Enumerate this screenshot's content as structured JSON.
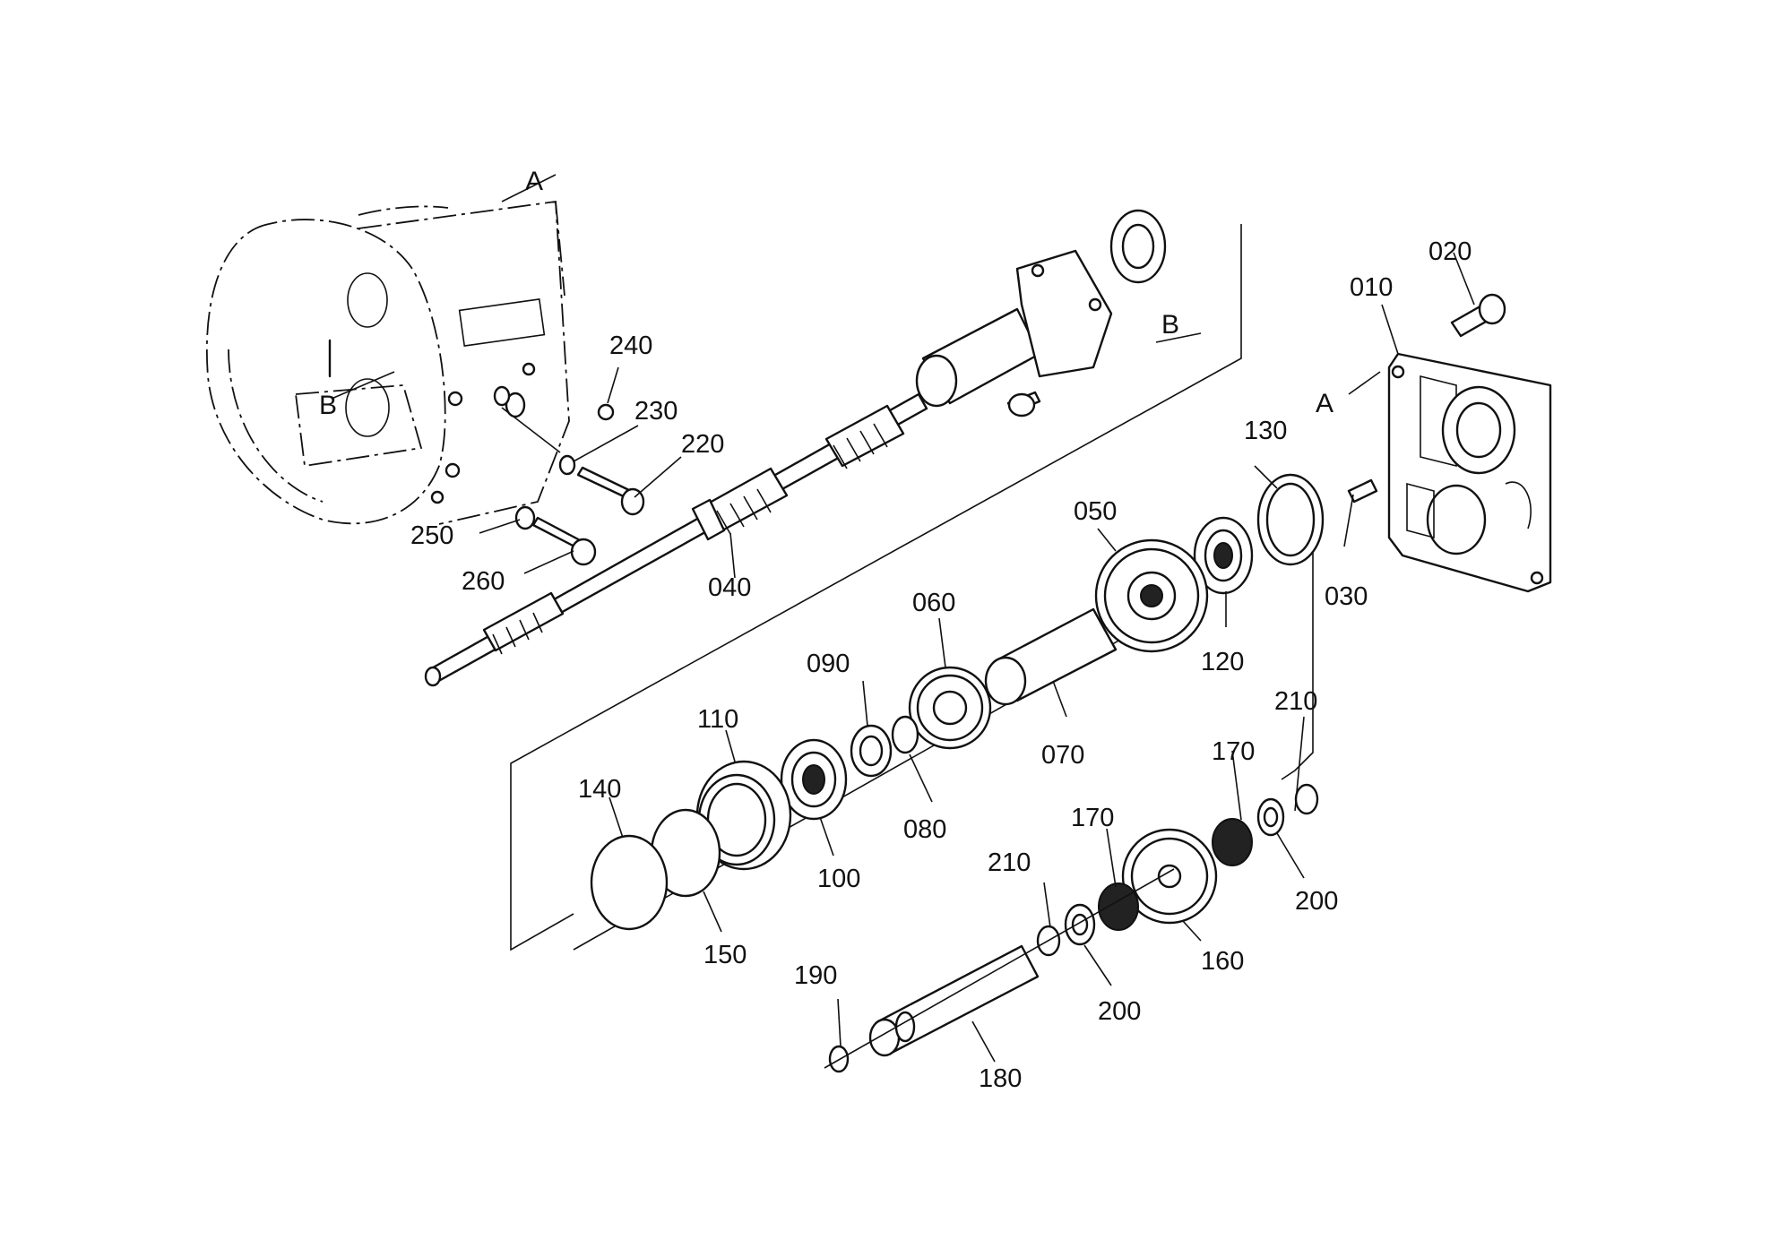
{
  "part_labels": {
    "p010": "010",
    "p020": "020",
    "p030": "030",
    "p040": "040",
    "p050": "050",
    "p060": "060",
    "p070": "070",
    "p080": "080",
    "p090": "090",
    "p100": "100",
    "p110": "110",
    "p120": "120",
    "p130": "130",
    "p140": "140",
    "p150": "150",
    "p160": "160",
    "p170a": "170",
    "p170b": "170",
    "p180": "180",
    "p190": "190",
    "p200a": "200",
    "p200b": "200",
    "p210a": "210",
    "p210b": "210",
    "p220": "220",
    "p230": "230",
    "p240": "240",
    "p250": "250",
    "p260": "260"
  },
  "reference_marks": {
    "a_left": "A",
    "a_right": "A",
    "b_left": "B",
    "b_right": "B"
  }
}
